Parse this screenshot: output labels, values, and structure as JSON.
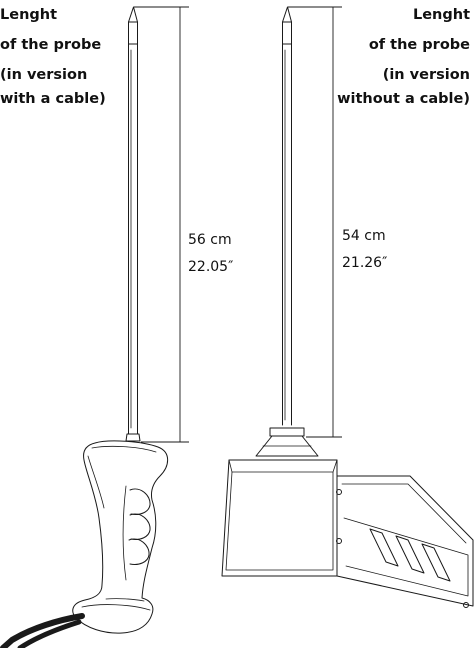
{
  "left_probe": {
    "label_lines": [
      "Lenght",
      "of the probe",
      "(in version",
      "with a cable)"
    ],
    "length_cm": "56 cm",
    "length_in": "22.05″"
  },
  "right_probe": {
    "label_lines": [
      "Lenght",
      "of the probe",
      "(in version",
      "without a cable)"
    ],
    "length_cm": "54 cm",
    "length_in": "21.26″"
  }
}
